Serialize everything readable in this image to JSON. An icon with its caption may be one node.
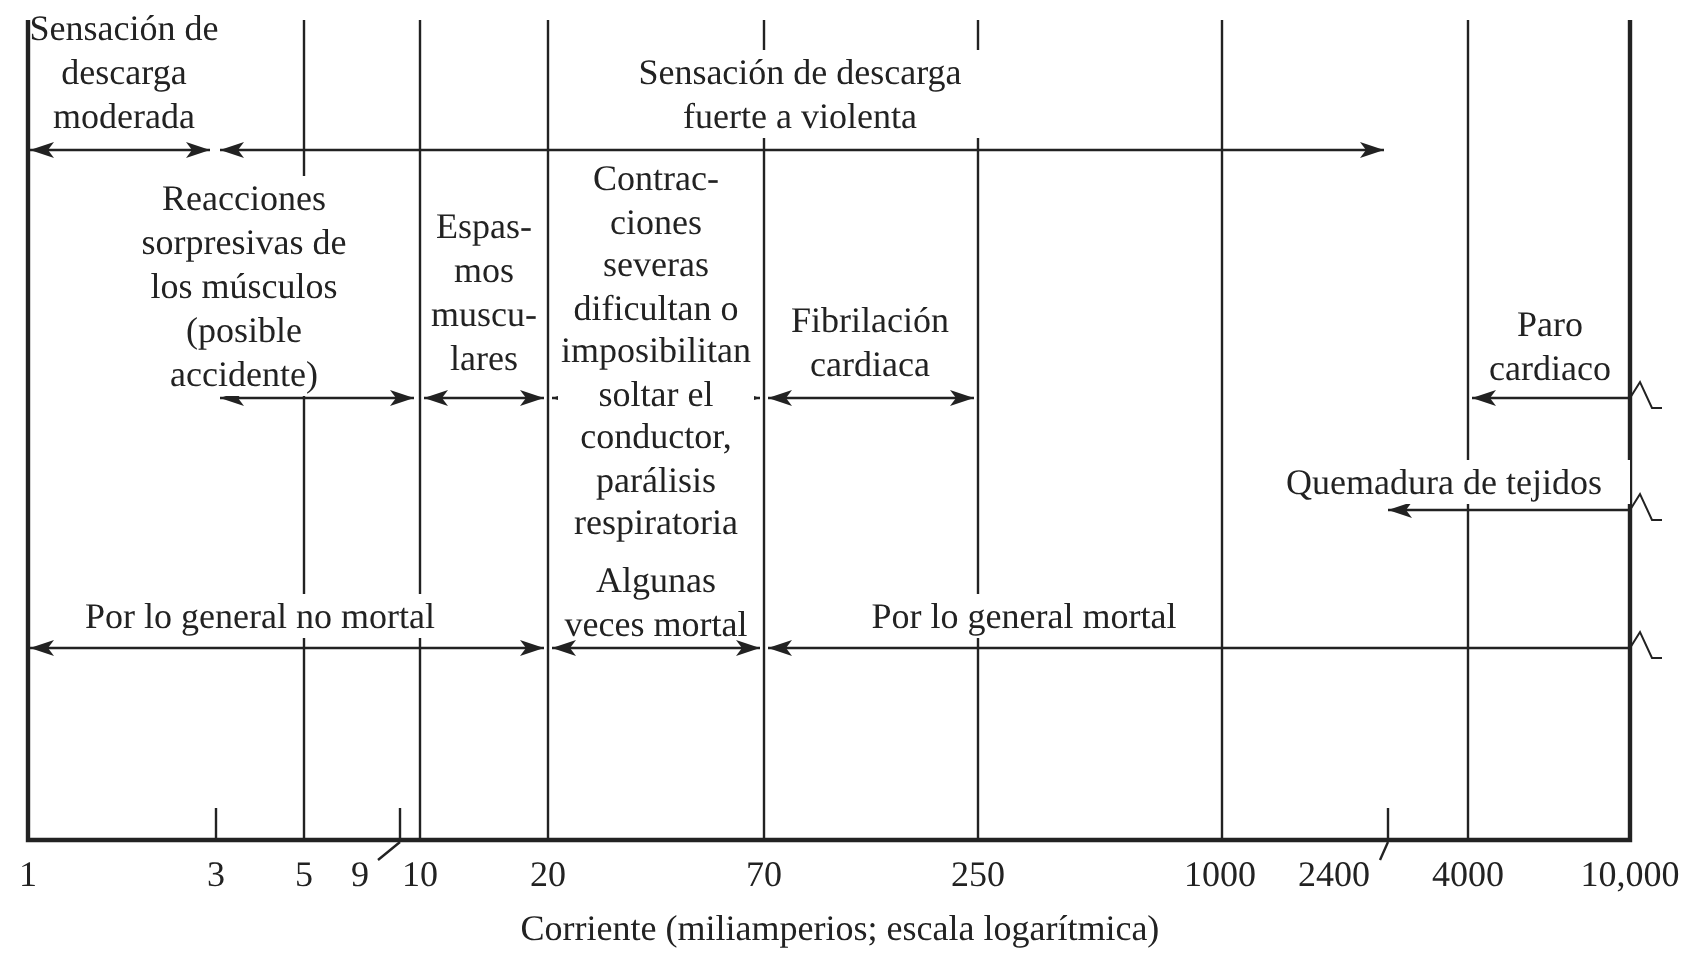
{
  "diagram": {
    "labels": [
      "Sensación de descarga moderada",
      "Sensación de descarga fuerte a violenta",
      "Reacciones sorpresivas de los músculos (posible accidente)",
      "Espas- mos muscu- lares",
      "Contrac- ciones severas dificultan o imposibilitan soltar el conductor, parálisis respiratoria",
      "Fibrilación cardiaca",
      "Paro cardiaco",
      "Quemadura de tejidos",
      "Por lo general no mortal",
      "Algunas veces mortal",
      "Por lo general mortal",
      "1",
      "3",
      "5",
      "9",
      "10",
      "20",
      "70",
      "250",
      "1000",
      "2400",
      "4000",
      "10,000",
      "Corriente (miliamperios; escala logarítmica)"
    ]
  }
}
